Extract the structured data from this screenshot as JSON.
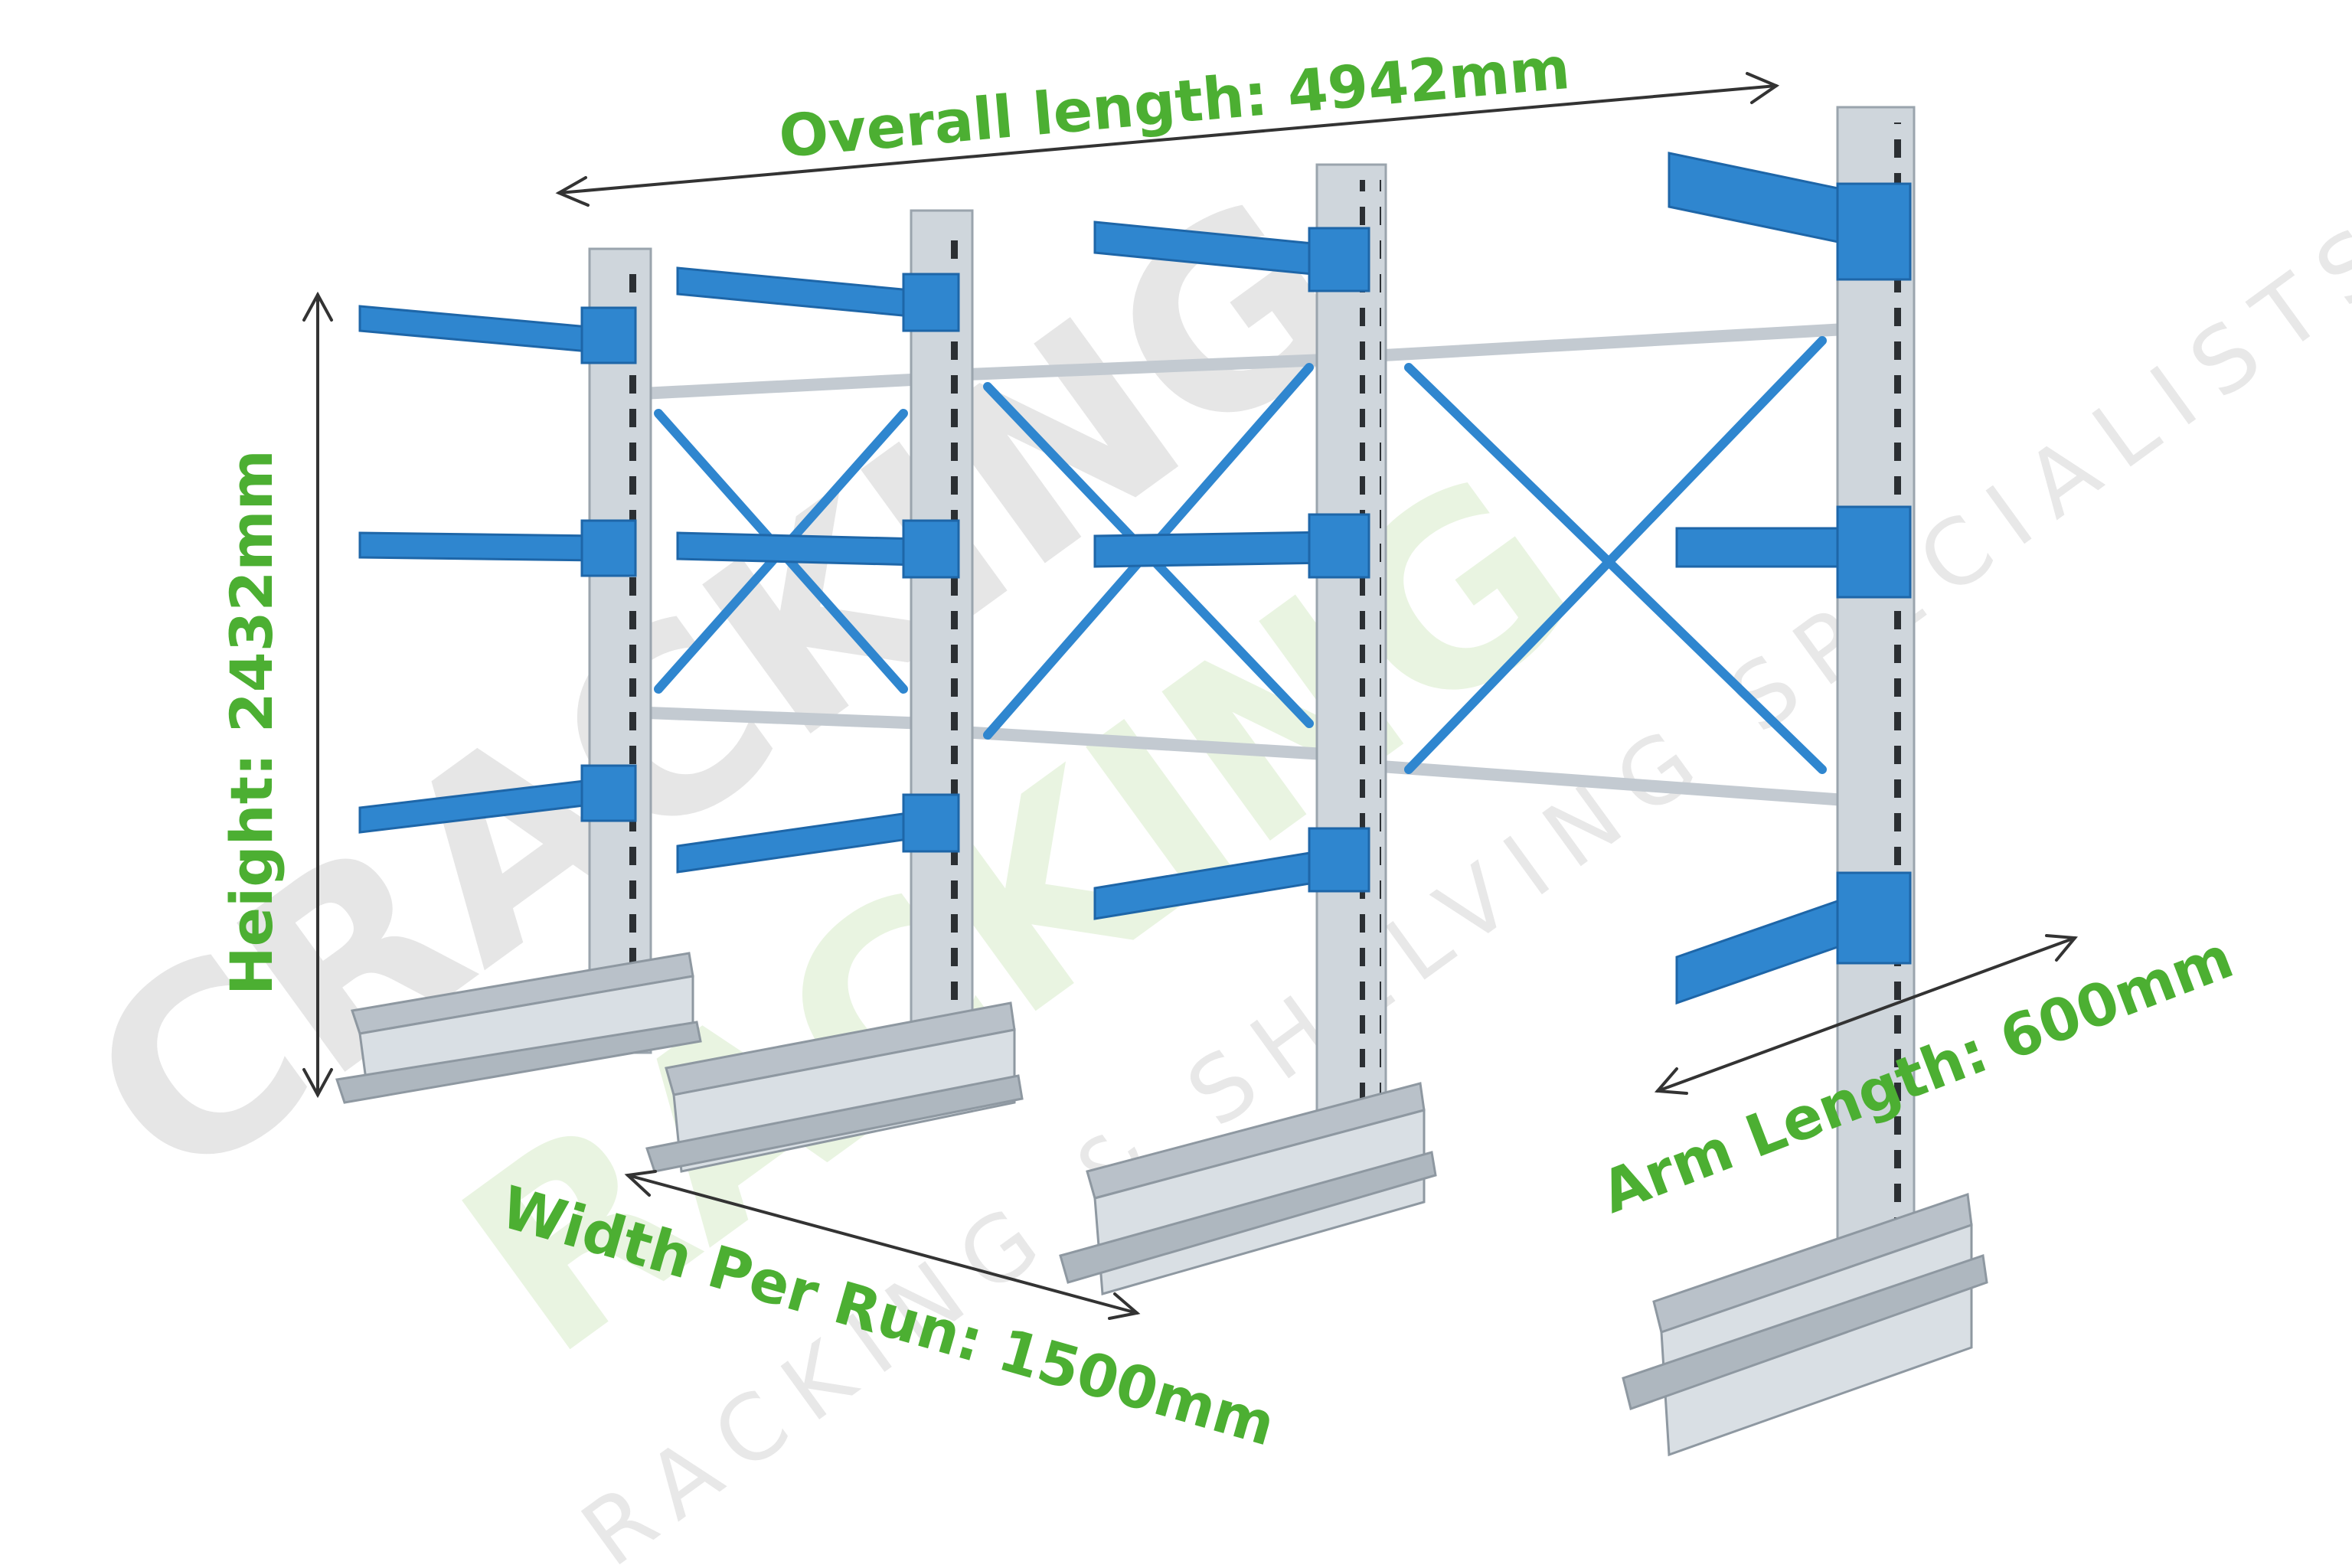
{
  "colors": {
    "label_green": "#4caf32",
    "arm_blue": "#2f86cf",
    "arm_blue_dark": "#1e66a8",
    "galvanised_steel": "#cfd6dc",
    "steel_dark": "#9aa4ad",
    "watermark_grey": "#e6e6e6",
    "watermark_green": "#e9f4e1"
  },
  "dimensions": {
    "overall_length": "Overall length: 4942mm",
    "height": "Height: 2432mm",
    "width_per_run": "Width Per Run: 1500mm",
    "arm_length": "Arm Length: 600mm"
  },
  "watermark": {
    "word_grey": "CRACKING",
    "word_green": "RACKING",
    "tagline": "RACKING & SHELVING SPECIALISTS"
  },
  "illustration": {
    "subject": "cantilever-rack",
    "columns": 4,
    "arm_levels": 3
  }
}
